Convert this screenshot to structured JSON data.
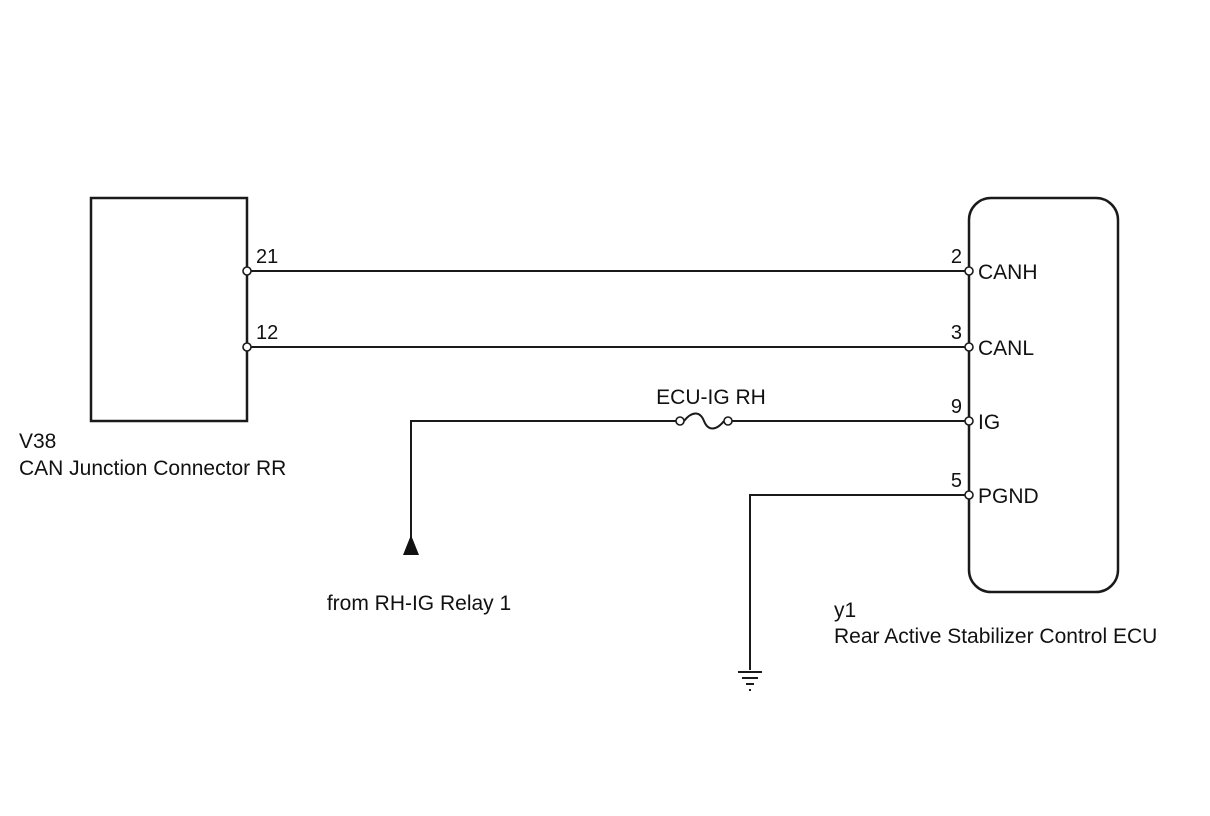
{
  "left_connector": {
    "code": "V38",
    "name": "CAN Junction Connector RR",
    "pins": [
      {
        "number": "21"
      },
      {
        "number": "12"
      }
    ]
  },
  "right_ecu": {
    "code": "y1",
    "name": "Rear Active Stabilizer Control ECU",
    "pins": [
      {
        "number": "2",
        "signal": "CANH"
      },
      {
        "number": "3",
        "signal": "CANL"
      },
      {
        "number": "9",
        "signal": "IG"
      },
      {
        "number": "5",
        "signal": "PGND"
      }
    ]
  },
  "fuse": {
    "label": "ECU-IG RH"
  },
  "source": {
    "label": "from RH-IG Relay 1"
  },
  "icons": {
    "fuse": "fuse-icon",
    "ground": "ground-icon",
    "arrow": "arrow-up-icon"
  }
}
